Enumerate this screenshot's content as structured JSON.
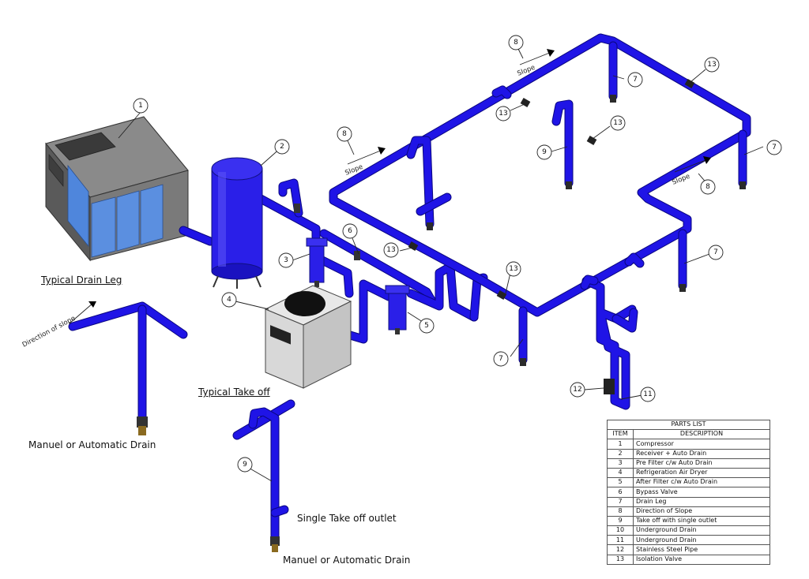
{
  "labels": {
    "typical_drain_leg": "Typical Drain Leg",
    "typical_take_off": "Typical Take off",
    "direction_of_slope": "Direction of slope",
    "manual_drain_1": "Manuel or Automatic Drain",
    "single_take_off": "Single Take off outlet",
    "manual_drain_2": "Manuel or Automatic Drain",
    "slope": "Slope"
  },
  "parts_list": {
    "title": "PARTS LIST",
    "col_item": "ITEM",
    "col_desc": "DESCRIPTION",
    "rows": [
      {
        "item": "1",
        "desc": "Compressor"
      },
      {
        "item": "2",
        "desc": "Receiver + Auto Drain"
      },
      {
        "item": "3",
        "desc": "Pre Filter c/w Auto Drain"
      },
      {
        "item": "4",
        "desc": "Refrigeration Air Dryer"
      },
      {
        "item": "5",
        "desc": "After Filter c/w Auto Drain"
      },
      {
        "item": "6",
        "desc": "Bypass Valve"
      },
      {
        "item": "7",
        "desc": "Drain Leg"
      },
      {
        "item": "8",
        "desc": "Direction of Slope"
      },
      {
        "item": "9",
        "desc": "Take off with single outlet"
      },
      {
        "item": "10",
        "desc": "Underground Drain"
      },
      {
        "item": "11",
        "desc": "Underground Drain"
      },
      {
        "item": "12",
        "desc": "Stainless Steel Pipe"
      },
      {
        "item": "13",
        "desc": "Isolation Valve"
      }
    ]
  },
  "balloons": [
    "1",
    "2",
    "3",
    "4",
    "5",
    "6",
    "7",
    "7",
    "7",
    "7",
    "7",
    "8",
    "8",
    "8",
    "9",
    "9",
    "11",
    "12",
    "13",
    "13",
    "13",
    "13",
    "13"
  ],
  "colors": {
    "pipe": "#1f14e6",
    "compressor_body": "#6e6e6e",
    "compressor_panel": "#5b8fe0",
    "dryer_body": "#d4d4d4"
  }
}
